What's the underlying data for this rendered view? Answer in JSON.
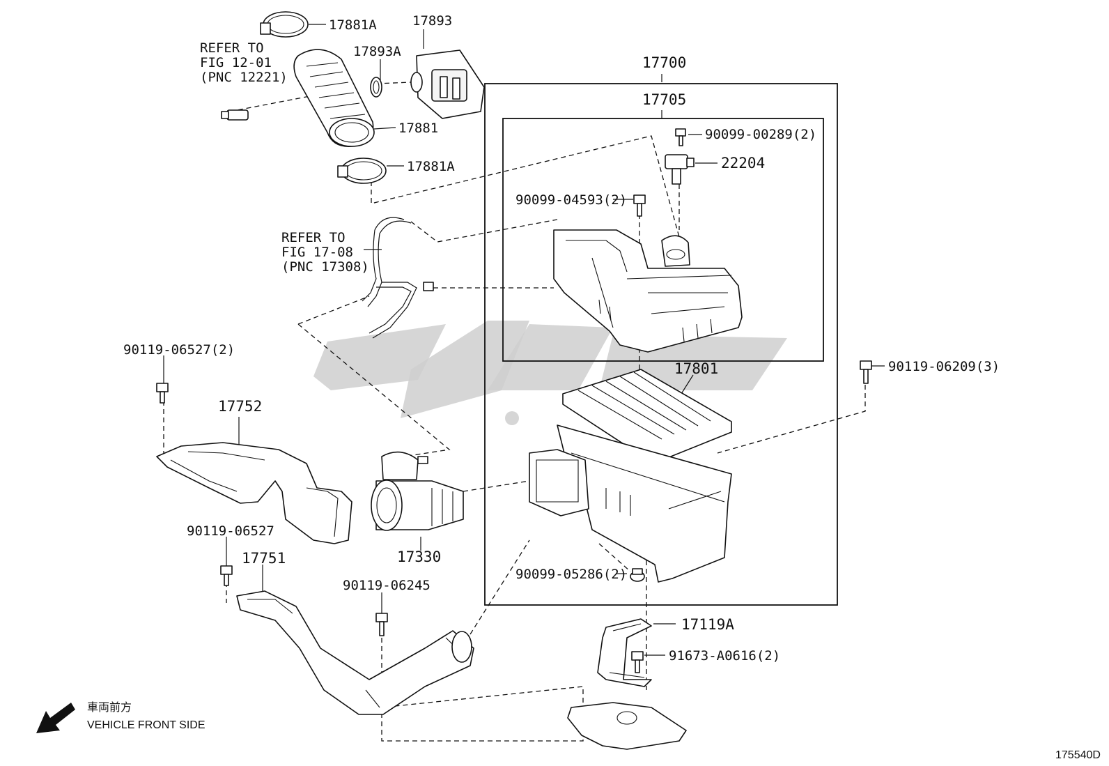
{
  "diagram": {
    "parts": {
      "p17881A_top": "17881A",
      "p17893": "17893",
      "p17893A": "17893A",
      "p17881": "17881",
      "p17881A_bottom": "17881A",
      "p17700": "17700",
      "p17705": "17705",
      "p90099_00289": "90099-00289(2)",
      "p22204": "22204",
      "p90099_04593": "90099-04593(2)",
      "p17801": "17801",
      "p90119_06209": "90119-06209(3)",
      "p90119_06527_2": "90119-06527(2)",
      "p17752": "17752",
      "p90119_06527": "90119-06527",
      "p17751": "17751",
      "p17330": "17330",
      "p90119_06245": "90119-06245",
      "p90099_05286": "90099-05286(2)",
      "p17119A": "17119A",
      "p91673_A0616": "91673-A0616(2)"
    },
    "refer_1": [
      "REFER TO",
      "FIG 12-01",
      "(PNC 12221)"
    ],
    "refer_2": [
      "REFER TO",
      "FIG 17-08",
      "(PNC 17308)"
    ],
    "front_jp": "車両前方",
    "front_en": "VEHICLE FRONT SIDE",
    "figure_code": "175540D"
  }
}
